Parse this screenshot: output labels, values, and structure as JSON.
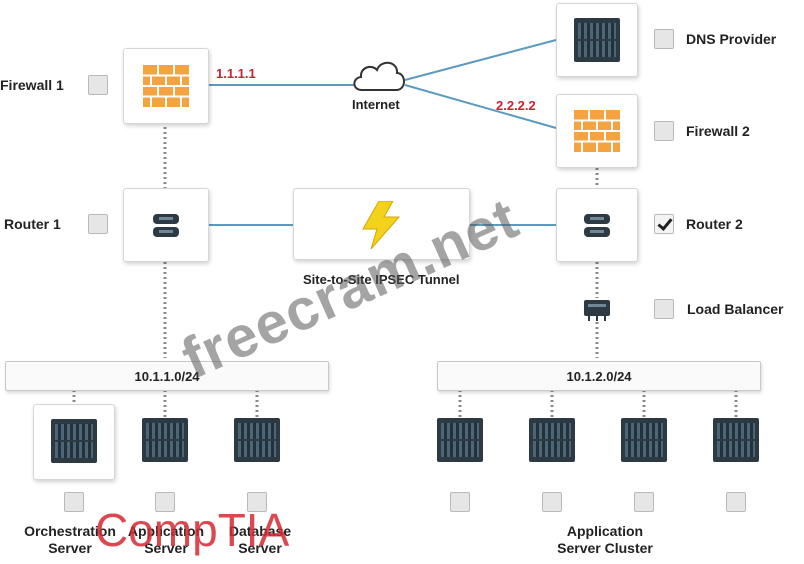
{
  "devices": {
    "firewall1": {
      "label": "Firewall 1",
      "ip": "1.1.1.1",
      "checked": false,
      "icon": "firewall-icon"
    },
    "firewall2": {
      "label": "Firewall 2",
      "ip": "2.2.2.2",
      "checked": false,
      "icon": "firewall-icon"
    },
    "dns": {
      "label": "DNS Provider",
      "checked": false,
      "icon": "server-icon"
    },
    "internet": {
      "label": "Internet",
      "icon": "cloud-icon"
    },
    "router1": {
      "label": "Router 1",
      "checked": false,
      "icon": "router-icon"
    },
    "router2": {
      "label": "Router 2",
      "checked": true,
      "icon": "router-icon"
    },
    "tunnel": {
      "label": "Site-to-Site IPSEC Tunnel",
      "icon": "lightning-icon"
    },
    "loadbalancer": {
      "label": "Load Balancer",
      "checked": false,
      "icon": "load-balancer-icon"
    }
  },
  "subnets": {
    "left": "10.1.1.0/24",
    "right": "10.1.2.0/24"
  },
  "servers": {
    "orchestration": {
      "line1": "Orchestration",
      "line2": "Server",
      "checked": false
    },
    "application": {
      "line1": "Application",
      "line2": "Server",
      "checked": false
    },
    "database": {
      "line1": "Database",
      "line2": "Server",
      "checked": false
    },
    "cluster": {
      "line1": "Application",
      "line2": "Server Cluster",
      "checked": [
        false,
        false,
        false,
        false
      ]
    }
  },
  "watermark": "freecram.net",
  "brand": "CompTIA",
  "colors": {
    "link": "#5b9bbf",
    "ip": "#c0262d",
    "firewall": "#f4a340",
    "server": "#2d3a44"
  }
}
